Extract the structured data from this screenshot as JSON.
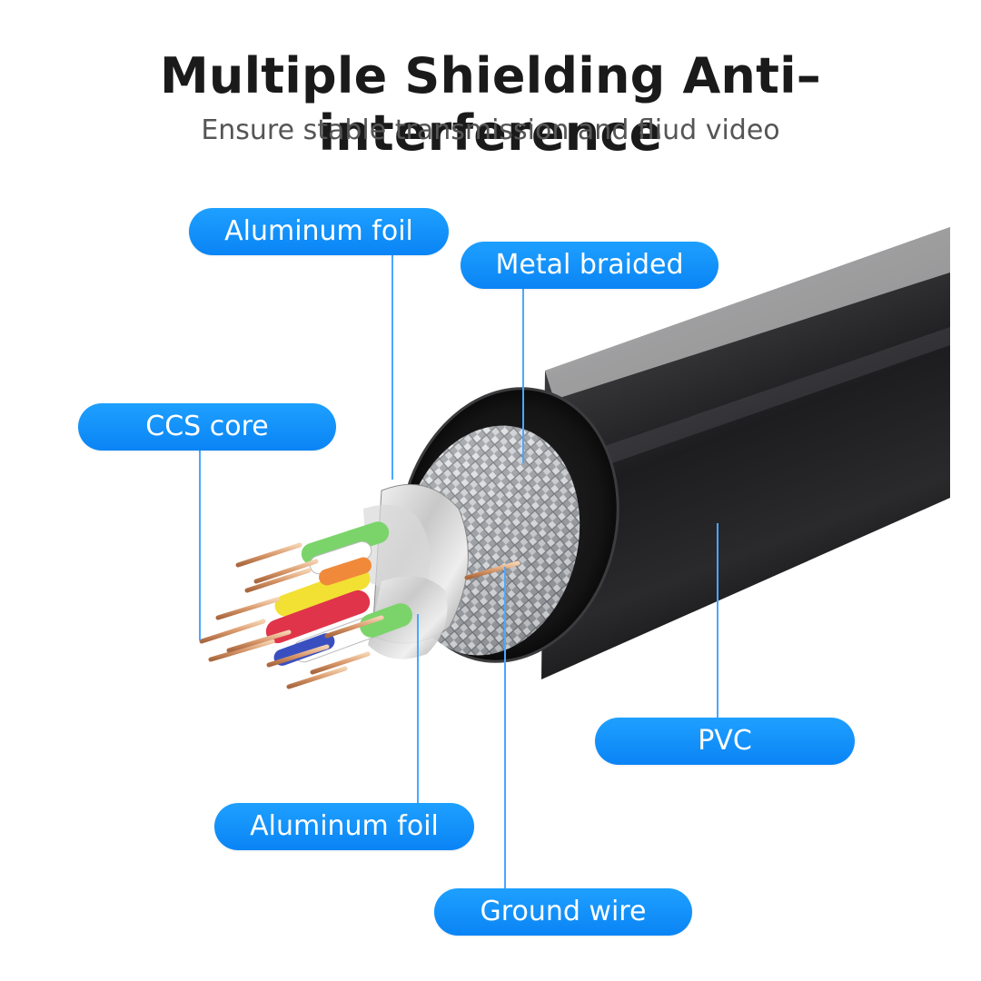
{
  "header": {
    "title": "Multiple Shielding Anti–interference",
    "subtitle": "Ensure stable transmission and fliud video"
  },
  "labels": {
    "aluminum_foil_top": "Aluminum foil",
    "metal_braided": "Metal braided",
    "ccs_core": "CCS core",
    "pvc": "PVC",
    "aluminum_foil_bottom": "Aluminum foil",
    "ground_wire": "Ground wire"
  },
  "colors": {
    "label_fill": "#1190fb",
    "leader_line": "#4aa8ff",
    "jacket": "#1b1b1d"
  },
  "icons": {
    "illustration": "cable-cross-section-icon"
  }
}
